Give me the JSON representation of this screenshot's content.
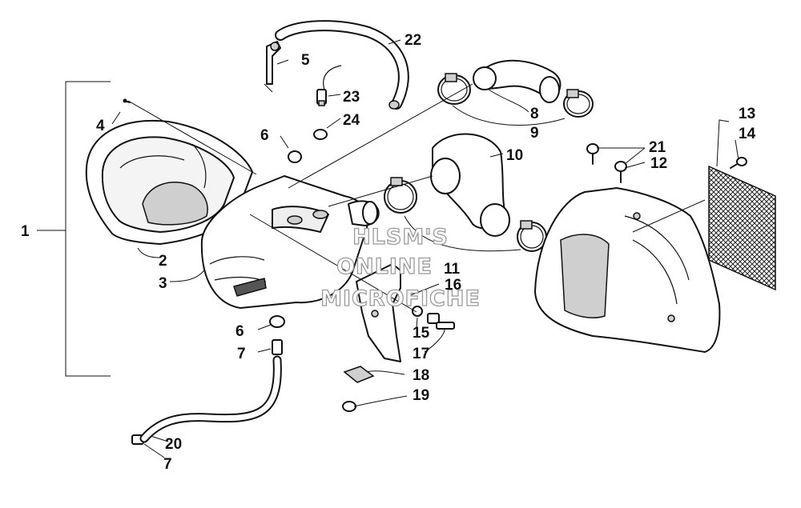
{
  "labels": {
    "l1": "1",
    "l2": "2",
    "l3": "3",
    "l4": "4",
    "l5": "5",
    "l6a": "6",
    "l6b": "6",
    "l7a": "7",
    "l7b": "7",
    "l8": "8",
    "l9": "9",
    "l10": "10",
    "l11": "11",
    "l12": "12",
    "l13": "13",
    "l14": "14",
    "l15": "15",
    "l16": "16",
    "l17": "17",
    "l18": "18",
    "l19": "19",
    "l20": "20",
    "l21": "21",
    "l22": "22",
    "l23": "23",
    "l24": "24"
  },
  "watermark": {
    "line1": "HLSM'S",
    "line2": "ONLINE",
    "line3": "MICROFICHE"
  }
}
